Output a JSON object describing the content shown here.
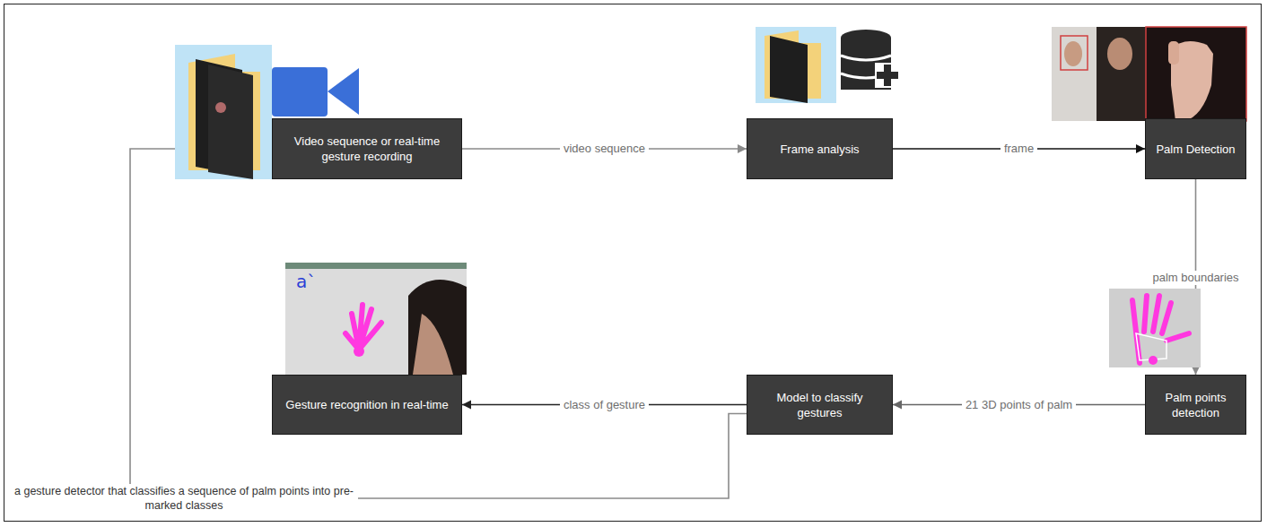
{
  "diagram": {
    "nodes": [
      {
        "text": [
          "Video sequence or real-time gesture recording"
        ]
      },
      {
        "text": [
          "Frame analysis"
        ]
      },
      {
        "text": [
          "Palm Detection"
        ]
      },
      {
        "text": [
          "Palm points detection"
        ]
      },
      {
        "text": [
          "Model to classify gestures"
        ]
      },
      {
        "text": [
          "Gesture recognition in real-time"
        ]
      }
    ],
    "edges": [
      {
        "from": 0,
        "to": 1,
        "label": "video sequence",
        "arrow": "to"
      },
      {
        "from": 1,
        "to": 2,
        "label": "frame",
        "arrow": "to"
      },
      {
        "from": 2,
        "to": 3,
        "label": "palm boundaries",
        "arrow": "to"
      },
      {
        "from": 3,
        "to": 4,
        "label": "21 3D points of palm",
        "arrow": "to"
      },
      {
        "from": 4,
        "to": 5,
        "label": "class of gesture",
        "arrow": "to"
      },
      {
        "from": 4,
        "to": 0,
        "label": "a gesture detector that classifies a sequence of palm points into pre-marked classes",
        "arrow": "to"
      }
    ],
    "labels": [
      "a`"
    ]
  }
}
